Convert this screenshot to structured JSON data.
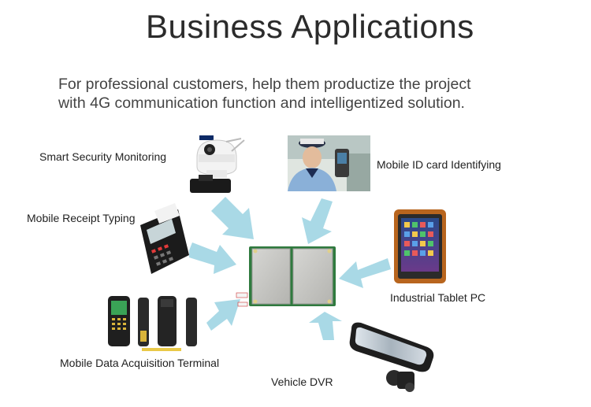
{
  "header": {
    "title": "Business Applications",
    "subtitle_line1": "For professional customers, help them productize the project",
    "subtitle_line2": "with 4G communication function and intelligentized solution."
  },
  "applications": [
    {
      "label": "Smart Security Monitoring",
      "icon": "security-camera-icon"
    },
    {
      "label": "Mobile ID card Identifying",
      "icon": "police-officer-photo"
    },
    {
      "label": "Mobile Receipt Typing",
      "icon": "pos-terminal-icon"
    },
    {
      "label": "Industrial Tablet PC",
      "icon": "tablet-icon"
    },
    {
      "label": "Mobile Data Acquisition Terminal",
      "icon": "handheld-terminals-icon"
    },
    {
      "label": "Vehicle DVR",
      "icon": "rearview-mirror-dvr-icon"
    }
  ],
  "center": {
    "icon": "4g-module-board-icon"
  },
  "colors": {
    "arrow": "#a9d9e6",
    "board": "#c9c9c6",
    "pcb": "#2f7a3e",
    "tablet_frame": "#b8651e"
  }
}
